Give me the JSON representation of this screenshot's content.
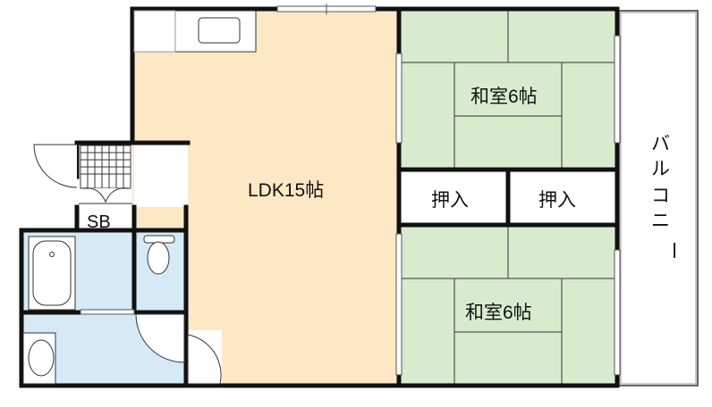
{
  "rooms": {
    "ldk": "LDK15帖",
    "washitsu_top": "和室6帖",
    "washitsu_bottom": "和室6帖",
    "closet_left": "押入",
    "closet_right": "押入",
    "balcony": [
      "バ",
      "ル",
      "コ",
      "ニ",
      "ー"
    ],
    "shoe_box": "SB"
  },
  "colors": {
    "ldk": "#fde8c6",
    "tatami": "#d8ebcf",
    "wet": "#d5e9f7",
    "wall": "#111111"
  }
}
